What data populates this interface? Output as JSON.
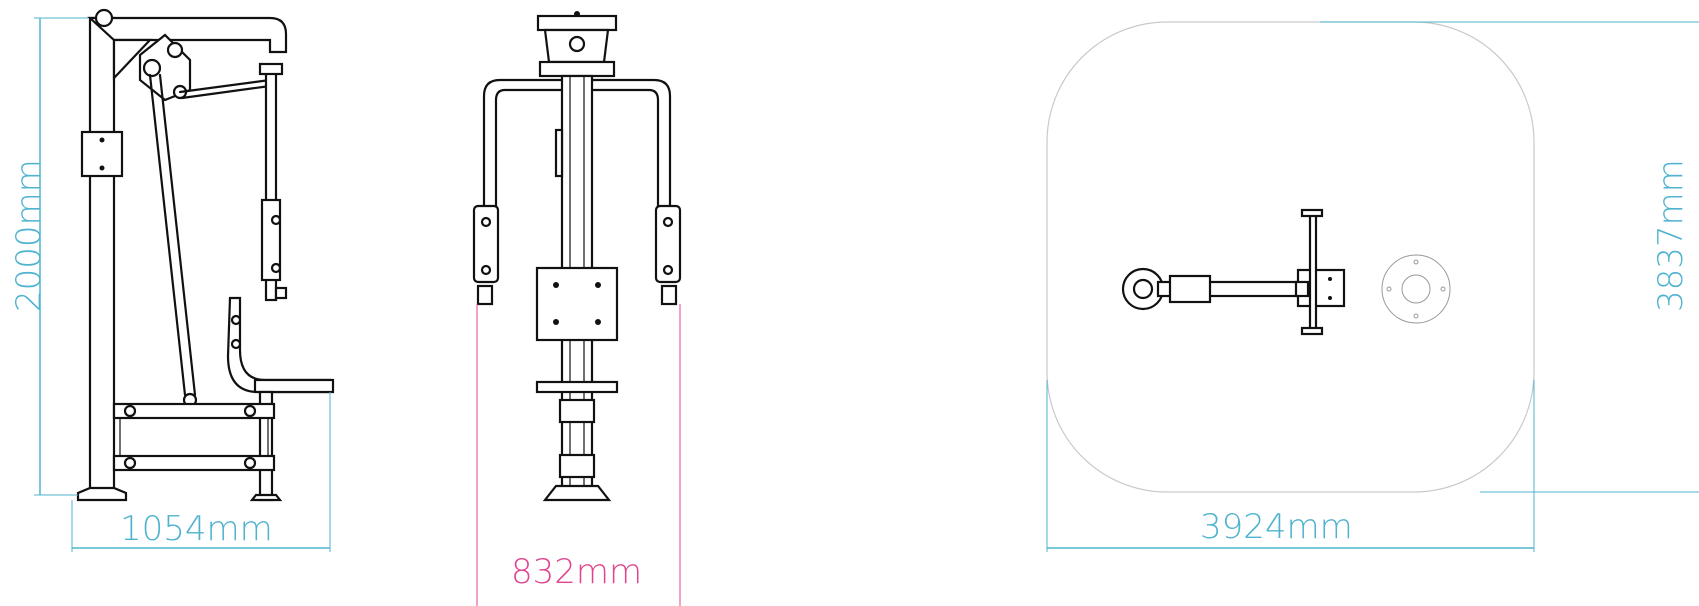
{
  "colors": {
    "dimension_blue": "#4fb3cf",
    "dimension_magenta": "#e0468f",
    "line": "#111111",
    "footprint": "#c9c9c9"
  },
  "dimensions": {
    "side_height": "2000mm",
    "side_depth": "1054mm",
    "front_width": "832mm",
    "plan_width": "3924mm",
    "plan_depth": "3837mm"
  }
}
